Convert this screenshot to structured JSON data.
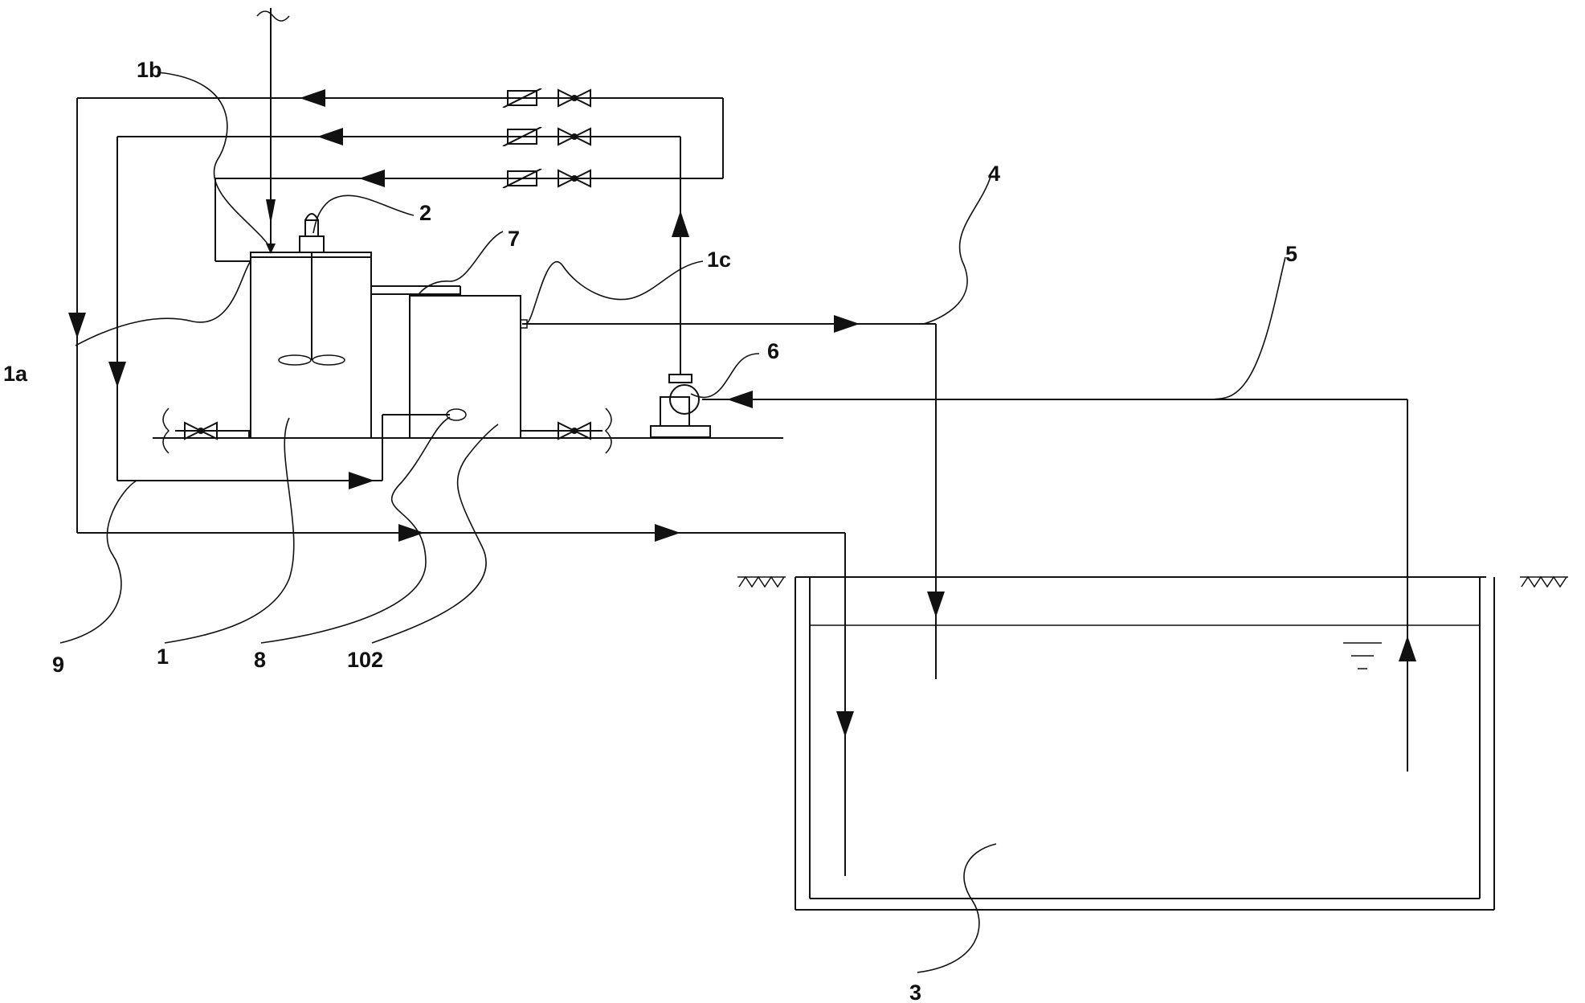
{
  "labels": {
    "l1": "1",
    "l1a": "1a",
    "l1b": "1b",
    "l1c": "1c",
    "l2": "2",
    "l3": "3",
    "l4": "4",
    "l5": "5",
    "l6": "6",
    "l7": "7",
    "l8": "8",
    "l9": "9",
    "l102": "102"
  }
}
